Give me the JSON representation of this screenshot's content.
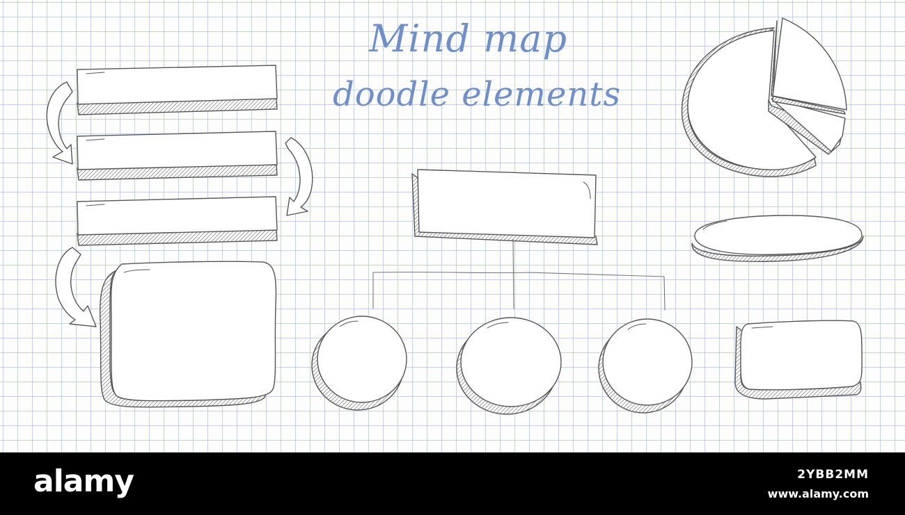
{
  "title": {
    "line1": "Mind map",
    "line2": "doodle elements"
  },
  "colors": {
    "title": "#6f8fca",
    "ink": "#555555",
    "grid": "#b4c4e0",
    "footer_bg": "#000000",
    "footer_text": "#ffffff"
  },
  "footer": {
    "brand": "alamy",
    "image_id": "2YBB2MM",
    "site": "www.alamy.com"
  },
  "icons": [
    "curved-arrow-icon",
    "pie-chart-icon"
  ]
}
